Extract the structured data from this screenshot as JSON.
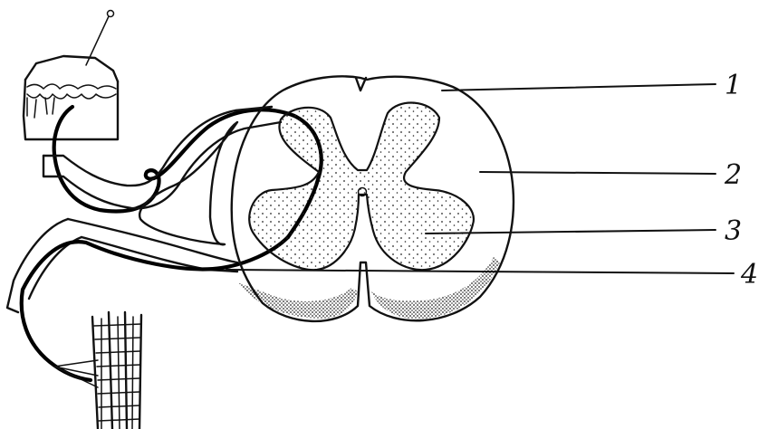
{
  "diagram": {
    "labels": [
      {
        "id": "1",
        "text": "1"
      },
      {
        "id": "2",
        "text": "2"
      },
      {
        "id": "3",
        "text": "3"
      },
      {
        "id": "4",
        "text": "4"
      }
    ],
    "colors": {
      "ink": "#111111",
      "background": "#ffffff",
      "stipple": "#222222"
    },
    "icons": [
      "skin-receptor-icon",
      "muscle-effector-icon"
    ]
  }
}
